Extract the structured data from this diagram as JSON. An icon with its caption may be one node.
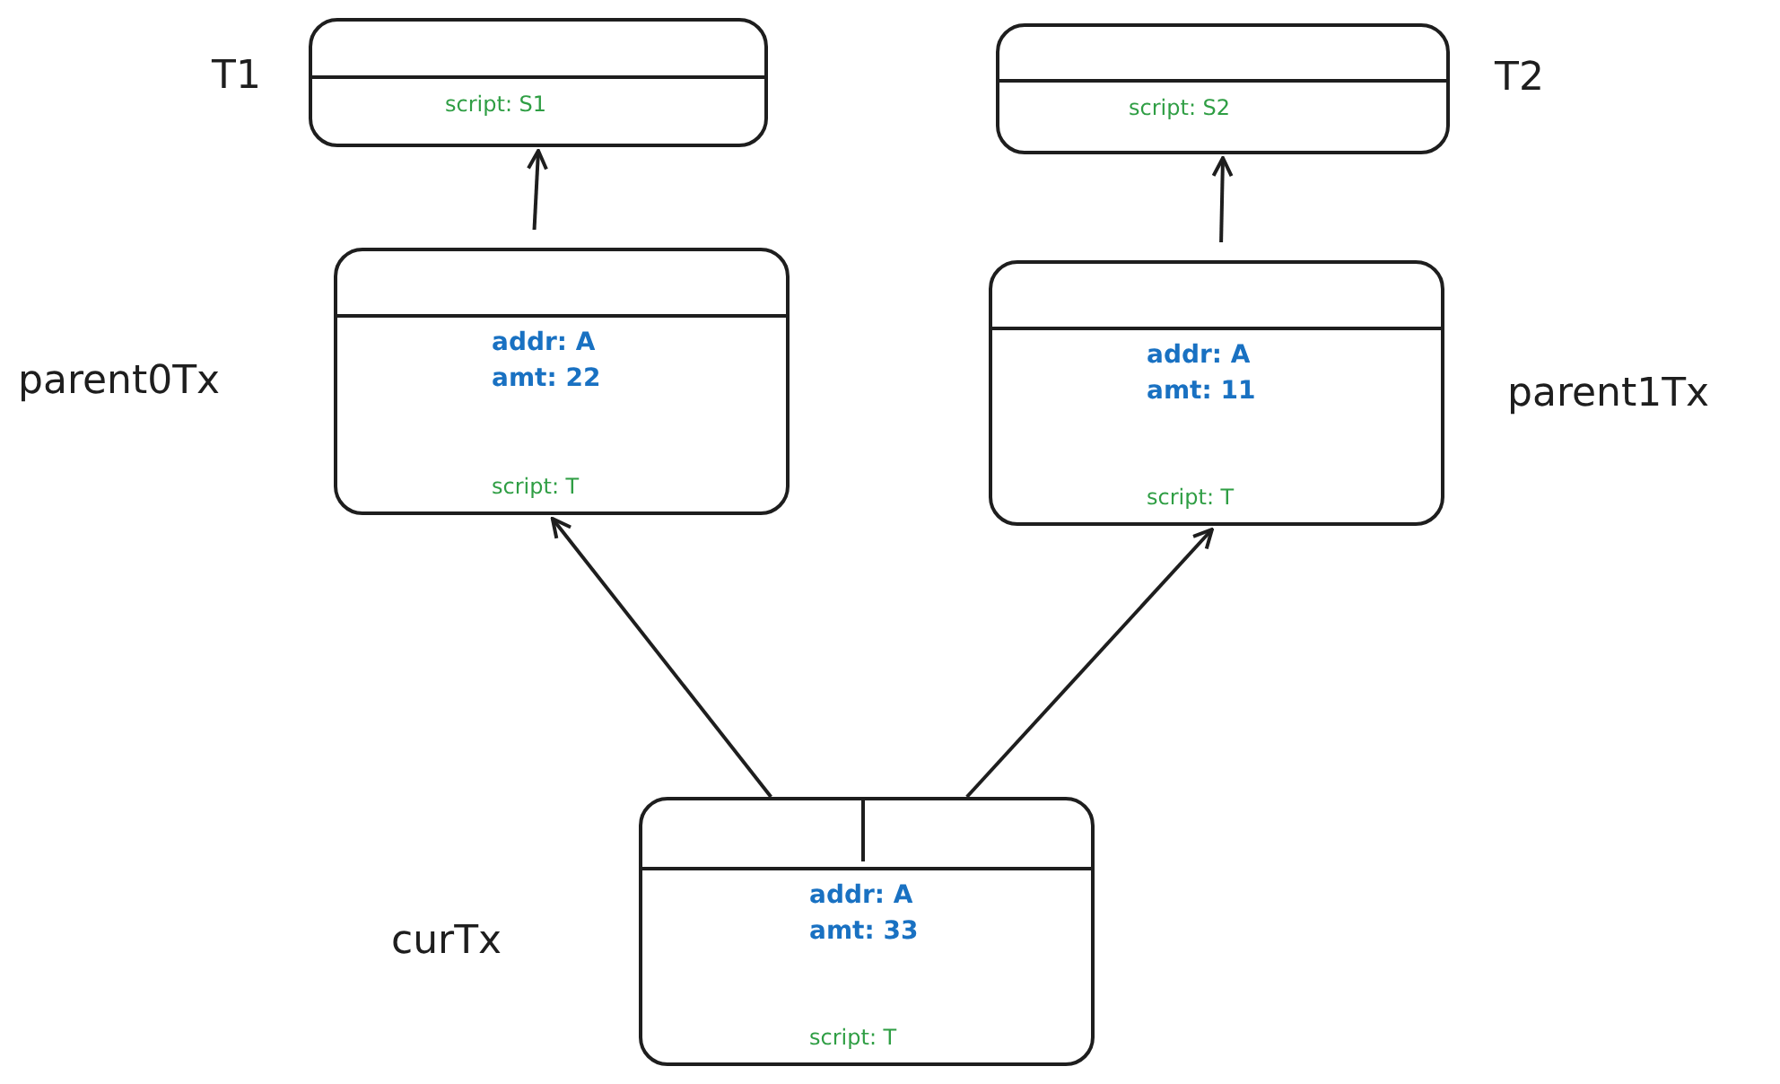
{
  "diagram": {
    "nodes": [
      {
        "text": [
          "script: S1"
        ],
        "beside": [
          "T1"
        ]
      },
      {
        "text": [
          "script: S2"
        ],
        "beside": [
          "T2"
        ]
      },
      {
        "text": [
          "addr: A",
          "amt: 22",
          "script: T"
        ],
        "beside": [
          "parent0Tx"
        ]
      },
      {
        "text": [
          "addr: A",
          "amt: 11",
          "script: T"
        ],
        "beside": [
          "parent1Tx"
        ]
      },
      {
        "text": [
          "addr: A",
          "amt: 33",
          "script: T"
        ],
        "beside": [
          "curTx"
        ]
      }
    ],
    "edges": [
      {
        "from": 2,
        "to": 0,
        "arrow": "to"
      },
      {
        "from": 3,
        "to": 1,
        "arrow": "to"
      },
      {
        "from": 4,
        "to": 2,
        "arrow": "to"
      },
      {
        "from": 4,
        "to": 3,
        "arrow": "to"
      }
    ]
  }
}
